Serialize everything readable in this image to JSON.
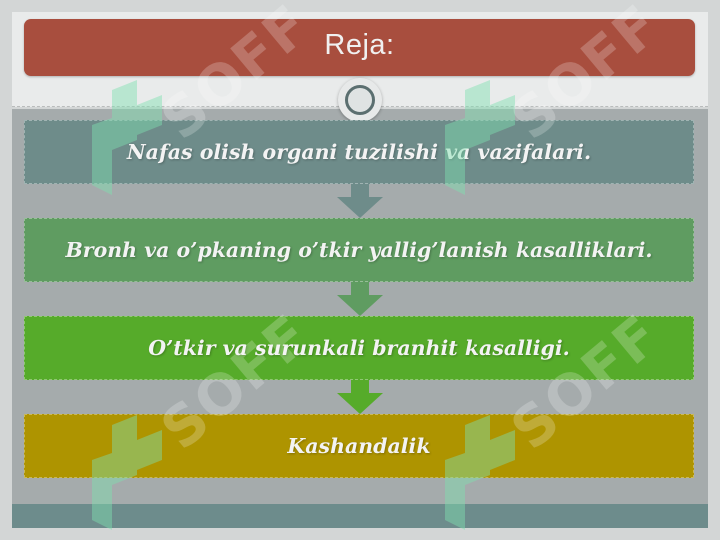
{
  "slide": {
    "title": "Reja:",
    "steps": [
      {
        "text": "Nafas olish organi tuzilishi va vazifalari.",
        "color": "#6e8c8a",
        "arrow_color": "#6e8c8a"
      },
      {
        "text": "Bronh va o’pkaning o’tkir yallig’lanish kasalliklari.",
        "color": "#5f9c61",
        "arrow_color": "#5f9c61"
      },
      {
        "text": "O’tkir va surunkali branhit kasalligi.",
        "color": "#56ab2a",
        "arrow_color": "#56ab2a"
      },
      {
        "text": "Kashandalik",
        "color": "#ae9400"
      }
    ],
    "colors": {
      "title_bar": "#a84e3e",
      "body": "#a5abac",
      "footer": "#6d8c8c"
    }
  },
  "watermark": {
    "text": "SOFF"
  }
}
